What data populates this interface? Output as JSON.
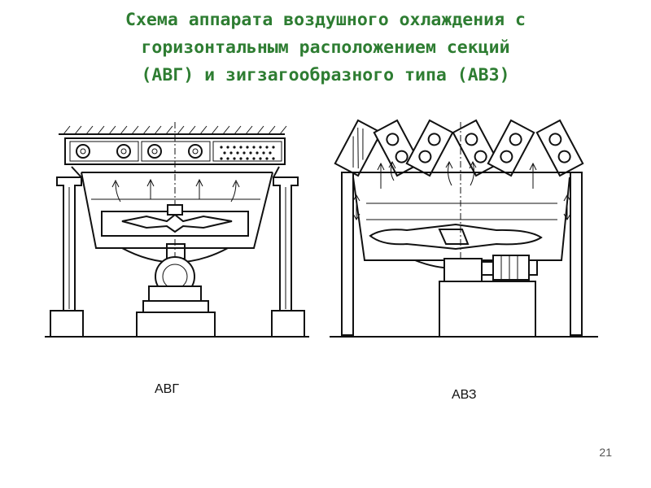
{
  "slide": {
    "title_lines": [
      "Схема аппарата воздушного охлаждения с",
      "горизонтальным расположением секций",
      "(АВГ) и зигзагообразного типа (АВЗ)"
    ],
    "captions": {
      "avg": "АВГ",
      "avz": "АВЗ"
    },
    "page_number": "21"
  },
  "colors": {
    "title": "#2e7d32",
    "line": "#111111",
    "background": "#ffffff"
  }
}
